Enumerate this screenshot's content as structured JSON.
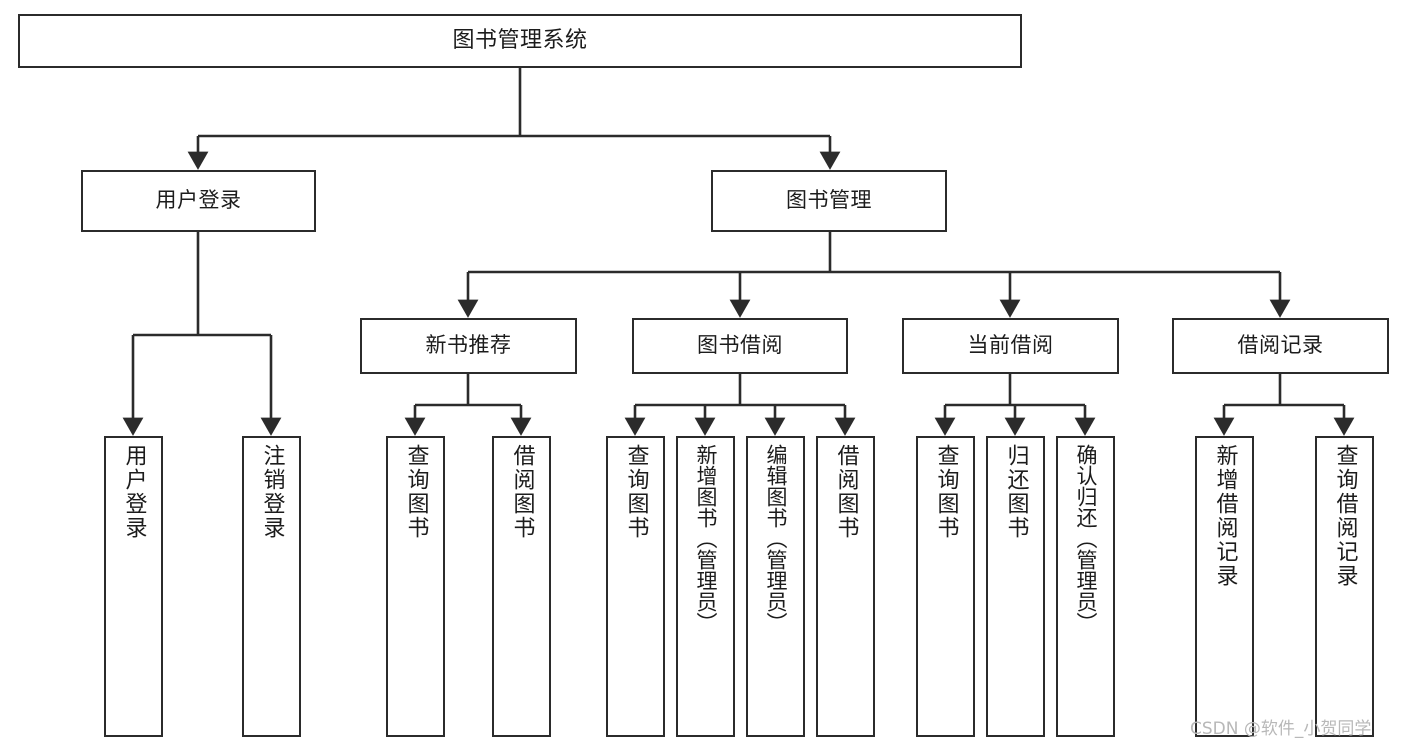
{
  "diagram": {
    "title": "图书管理系统",
    "type": "hierarchy-tree",
    "colors": {
      "background": "#ffffff",
      "box_border": "#2b2b2b",
      "box_fill": "#ffffff",
      "text": "#1c1c1c",
      "connector": "#2b2b2b",
      "watermark": "#b8b8b8"
    },
    "levels": {
      "root": {
        "label": "图书管理系统"
      },
      "level2": [
        {
          "label": "用户登录"
        },
        {
          "label": "图书管理"
        }
      ],
      "level3": [
        {
          "label": "新书推荐"
        },
        {
          "label": "图书借阅"
        },
        {
          "label": "当前借阅"
        },
        {
          "label": "借阅记录"
        }
      ],
      "leaves": {
        "user_login": [
          {
            "label": "用户登录"
          },
          {
            "label": "注销登录"
          }
        ],
        "new_book_recommend": [
          {
            "label": "查询图书"
          },
          {
            "label": "借阅图书"
          }
        ],
        "book_borrow": [
          {
            "label": "查询图书"
          },
          {
            "label": "新增图书（管理员）"
          },
          {
            "label": "编辑图书（管理员）"
          },
          {
            "label": "借阅图书"
          }
        ],
        "current_borrow": [
          {
            "label": "查询图书"
          },
          {
            "label": "归还图书"
          },
          {
            "label": "确认归还（管理员）"
          }
        ],
        "borrow_record": [
          {
            "label": "新增借阅记录"
          },
          {
            "label": "查询借阅记录"
          }
        ]
      }
    }
  },
  "watermark": {
    "text": "CSDN @软件_小贺同学"
  }
}
